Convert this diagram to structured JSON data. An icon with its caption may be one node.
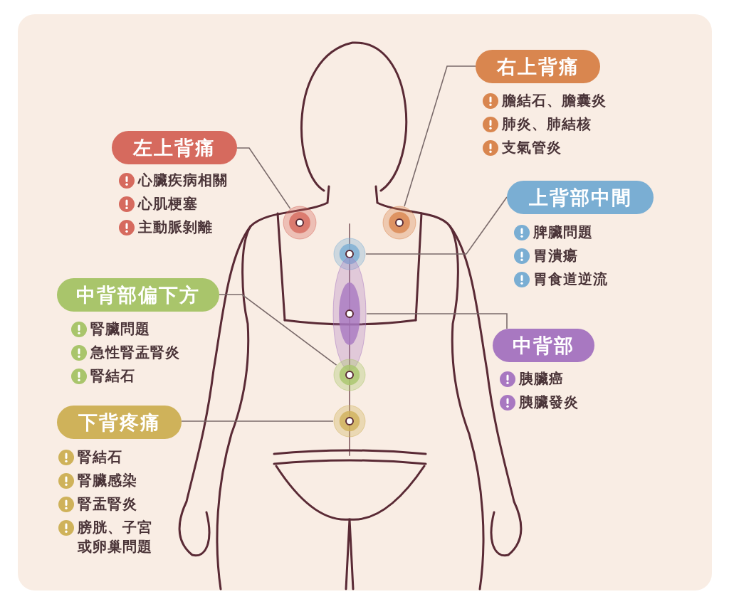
{
  "diagram": {
    "nodes": [
      {
        "text": [
          "右上背痛"
        ],
        "beside": [
          "膽結石、膽囊炎",
          "肺炎、肺結核",
          "支氣管炎"
        ]
      },
      {
        "text": [
          "左上背痛"
        ],
        "beside": [
          "心臟疾病相關",
          "心肌梗塞",
          "主動脈剝離"
        ]
      },
      {
        "text": [
          "上背部中間"
        ],
        "beside": [
          "脾臟問題",
          "胃潰瘍",
          "胃食道逆流"
        ]
      },
      {
        "text": [
          "中背部偏下方"
        ],
        "beside": [
          "腎臟問題",
          "急性腎盂腎炎",
          "腎結石"
        ]
      },
      {
        "text": [
          "中背部"
        ],
        "beside": [
          "胰臟癌",
          "胰臟發炎"
        ]
      },
      {
        "text": [
          "下背疼痛"
        ],
        "beside": [
          "腎結石",
          "腎臟感染",
          "腎盂腎炎",
          "膀胱、子宮或卵巢問題"
        ]
      },
      {
        "text": [],
        "shape": "circle"
      },
      {
        "text": [],
        "shape": "circle"
      },
      {
        "text": [],
        "shape": "circle"
      },
      {
        "text": [],
        "shape": "ellipse"
      },
      {
        "text": [],
        "shape": "circle"
      },
      {
        "text": [],
        "shape": "circle"
      }
    ],
    "edges": [
      {
        "from": 0,
        "to": 7,
        "arrow": "none"
      },
      {
        "from": 1,
        "to": 6,
        "arrow": "none"
      },
      {
        "from": 2,
        "to": 8,
        "arrow": "none"
      },
      {
        "from": 3,
        "to": 10,
        "arrow": "none"
      },
      {
        "from": 4,
        "to": 9,
        "arrow": "none"
      },
      {
        "from": 5,
        "to": 11,
        "arrow": "none"
      }
    ]
  }
}
